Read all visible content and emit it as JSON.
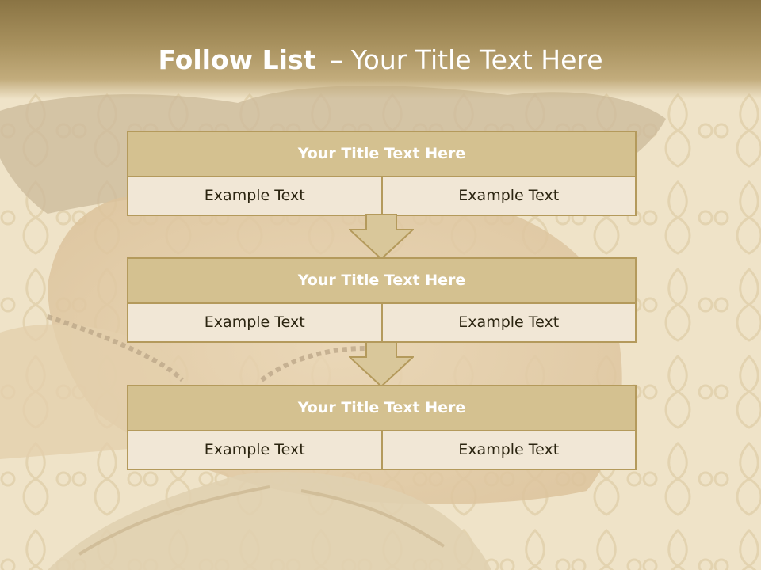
{
  "slide": {
    "title_bold": "Follow List",
    "title_dash": "–",
    "title_rest": "Your Title Text Here"
  },
  "blocks": [
    {
      "title": "Your Title Text Here",
      "left": "Example Text",
      "right": "Example Text"
    },
    {
      "title": "Your Title Text Here",
      "left": "Example Text",
      "right": "Example Text"
    },
    {
      "title": "Your Title Text Here",
      "left": "Example Text",
      "right": "Example Text"
    }
  ],
  "colors": {
    "header": "#8a7444",
    "block_title_bg": "#d4c190",
    "block_border": "#b49a5c",
    "cell_bg": "#f1e7d6",
    "arrow_fill": "#d9c79a"
  }
}
